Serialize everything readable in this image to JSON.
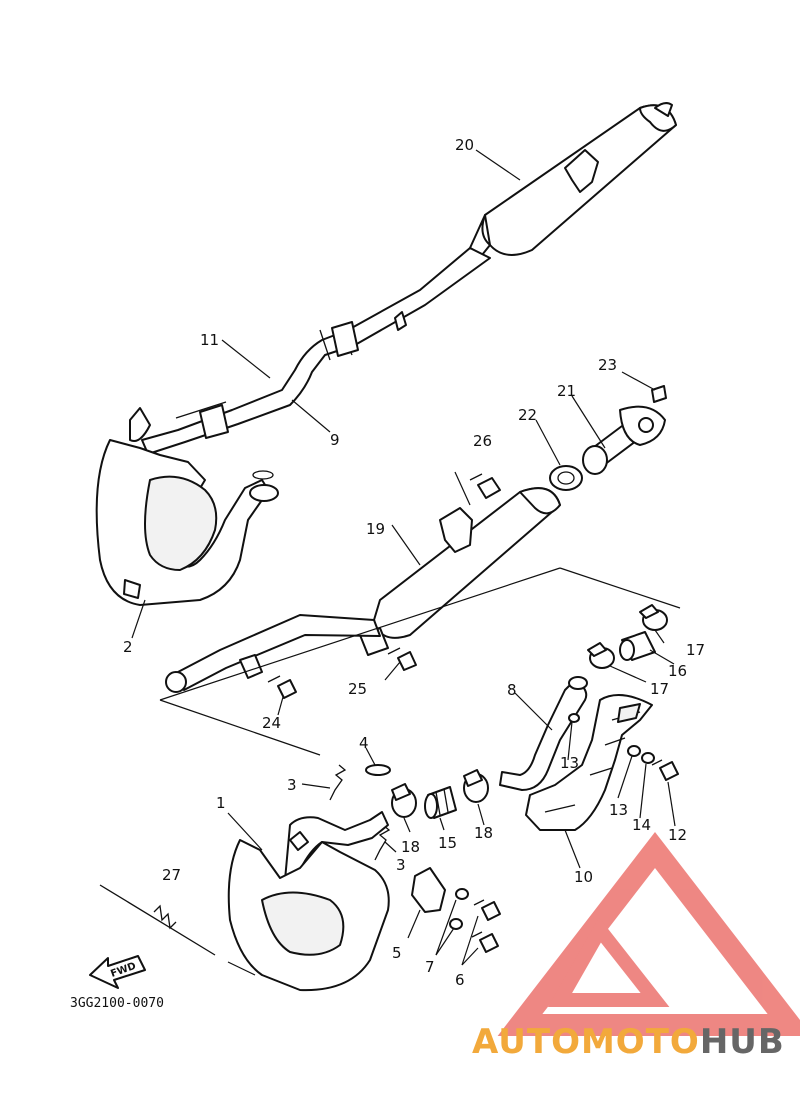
{
  "callouts": [
    "1",
    "2",
    "3",
    "3",
    "4",
    "5",
    "6",
    "7",
    "8",
    "9",
    "10",
    "11",
    "12",
    "13",
    "13",
    "14",
    "15",
    "16",
    "17",
    "17",
    "18",
    "18",
    "19",
    "20",
    "21",
    "22",
    "23",
    "24",
    "25",
    "26",
    "27"
  ],
  "part_number": "3GG2100-0070",
  "fwd_label": "FWD",
  "watermark": {
    "part1": "AUTOMOTO",
    "part2": "HUB"
  },
  "colors": {
    "line": "#111111",
    "watermark_red": "#e8554f",
    "watermark_orange": "#f2a93b",
    "watermark_gray": "#666666"
  }
}
